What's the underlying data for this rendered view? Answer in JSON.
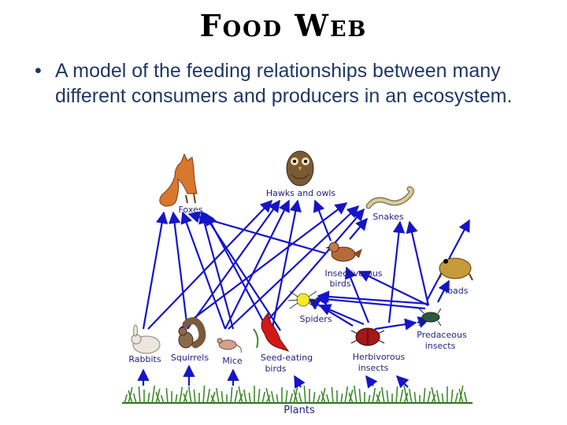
{
  "slide": {
    "title": "Food Web",
    "bullet": "A model of the feeding relationships between many different consumers and producers in an ecosystem."
  },
  "diagram": {
    "nodes": {
      "foxes": "Foxes",
      "hawks": "Hawks and owls",
      "snakes": "Snakes",
      "insectivorous_1": "Insectivorous",
      "insectivorous_2": "birds",
      "toads": "Toads",
      "spiders": "Spiders",
      "predaceous_1": "Predaceous",
      "predaceous_2": "insects",
      "rabbits": "Rabbits",
      "squirrels": "Squirrels",
      "mice": "Mice",
      "seed_1": "Seed-eating",
      "seed_2": "birds",
      "herb_1": "Herbivorous",
      "herb_2": "insects",
      "plants": "Plants"
    },
    "colors": {
      "arrow": "#1515c8",
      "label": "#1f1f7a",
      "grass": "#3d8a2b",
      "title_text": "#000000",
      "bullet_text": "#1f3864"
    }
  }
}
